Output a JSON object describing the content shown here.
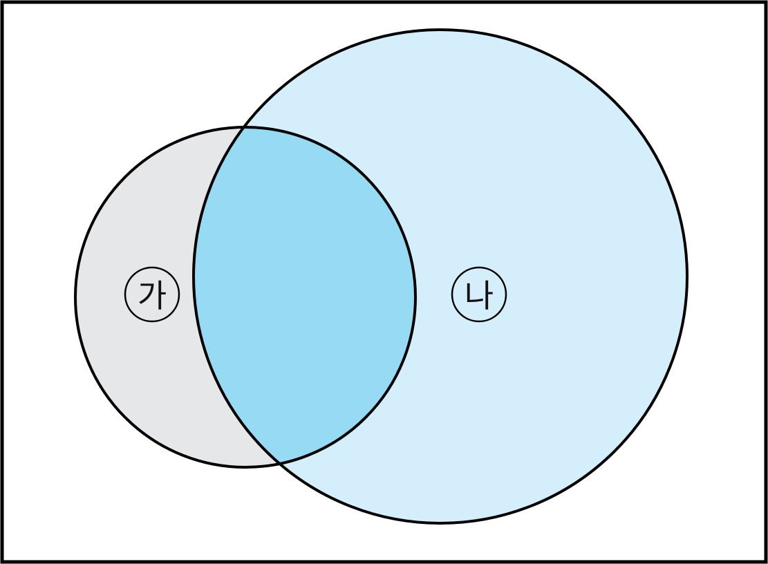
{
  "diagram": {
    "type": "venn",
    "sets": [
      {
        "id": "left",
        "label": "가"
      },
      {
        "id": "right",
        "label": "나"
      }
    ],
    "colors": {
      "frame": "#000000",
      "outline": "#000000",
      "left_only": "#e6e7e9",
      "right_only": "#d4eefb",
      "intersection": "#97daf4",
      "background": "#ffffff"
    }
  }
}
